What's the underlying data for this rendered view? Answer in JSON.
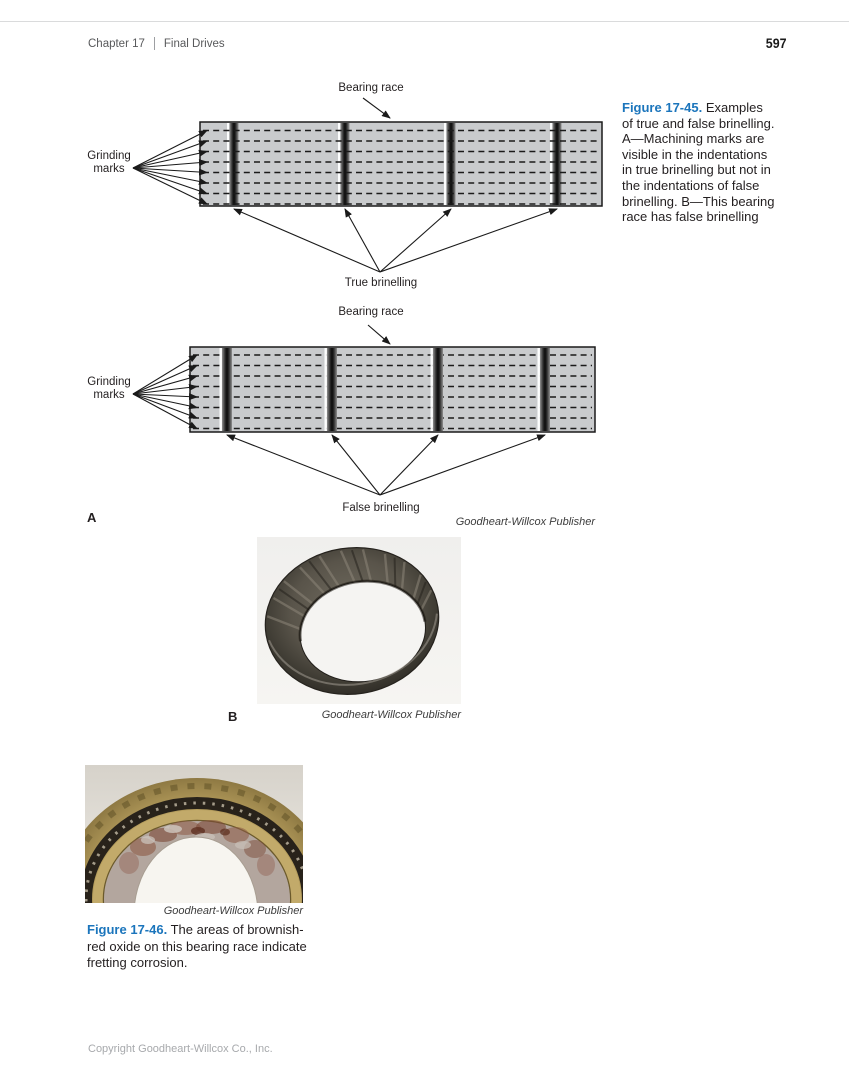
{
  "colors": {
    "accent_blue": "#1b75bc",
    "diagram_fill": "#c9cbcd",
    "text_dark": "#231f20",
    "header_gray": "#58595b",
    "footer_gray": "#a7a9ac"
  },
  "header": {
    "chapter": "Chapter 17",
    "title": "Final Drives",
    "page_number": "597"
  },
  "figure45": {
    "caption_label": "Figure 17-45.",
    "caption_text": "Examples\nof true and false brinelling.\nA—Machining marks are\nvisible in the indentations\nin true brinelling but not in\nthe indentations of false\nbrinelling. B—This bearing\nrace has false brinelling",
    "diagram_true": {
      "top_label": "Bearing race",
      "left_label_line1": "Grinding",
      "left_label_line2": "marks",
      "bottom_label": "True brinelling"
    },
    "diagram_false": {
      "top_label": "Bearing race",
      "left_label_line1": "Grinding",
      "left_label_line2": "marks",
      "bottom_label": "False brinelling"
    },
    "panel_a_label": "A",
    "panel_b_label": "B",
    "credit_diagram": "Goodheart-Willcox Publisher",
    "credit_photo": "Goodheart-Willcox Publisher"
  },
  "figure46": {
    "credit": "Goodheart-Willcox Publisher",
    "caption_label": "Figure 17-46.",
    "caption_text": "The areas of brownish-\nred oxide on this bearing race indicate\nfretting corrosion."
  },
  "footer": {
    "copyright": "Copyright Goodheart-Willcox Co., Inc."
  }
}
